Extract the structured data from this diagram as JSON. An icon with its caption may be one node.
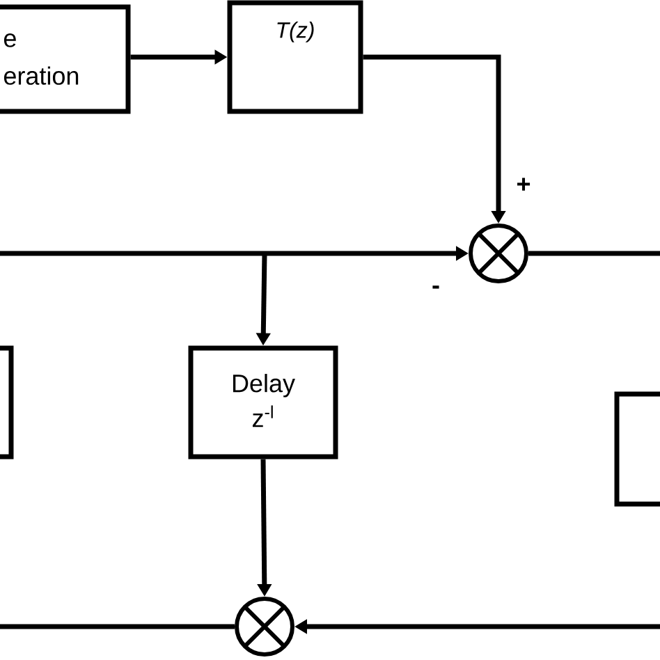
{
  "diagram": {
    "nodes": [
      {
        "text": [
          "e eration"
        ]
      },
      {
        "text": [
          "T(z)"
        ]
      },
      {
        "text": [],
        "shape": "circle"
      },
      {
        "text": [],
        "shape": "box"
      },
      {
        "text": [
          "Delay",
          "z$^{-l}$"
        ]
      },
      {
        "text": [],
        "shape": "box"
      },
      {
        "text": [],
        "shape": "circle"
      }
    ],
    "edges": [
      {
        "from": 0,
        "to": 1,
        "arrow": "to"
      },
      {
        "from": 1,
        "to": 2,
        "arrow": "to",
        "label": "+"
      },
      {
        "from": null,
        "to": 2,
        "arrow": "to",
        "label": "-"
      },
      {
        "from": 2,
        "to": null,
        "arrow": "none"
      },
      {
        "from": null,
        "to": 4,
        "arrow": "to"
      },
      {
        "from": 4,
        "to": 6,
        "arrow": "to"
      },
      {
        "from": null,
        "to": 6,
        "arrow": "to"
      },
      {
        "from": 6,
        "to": null,
        "arrow": "none"
      }
    ]
  }
}
